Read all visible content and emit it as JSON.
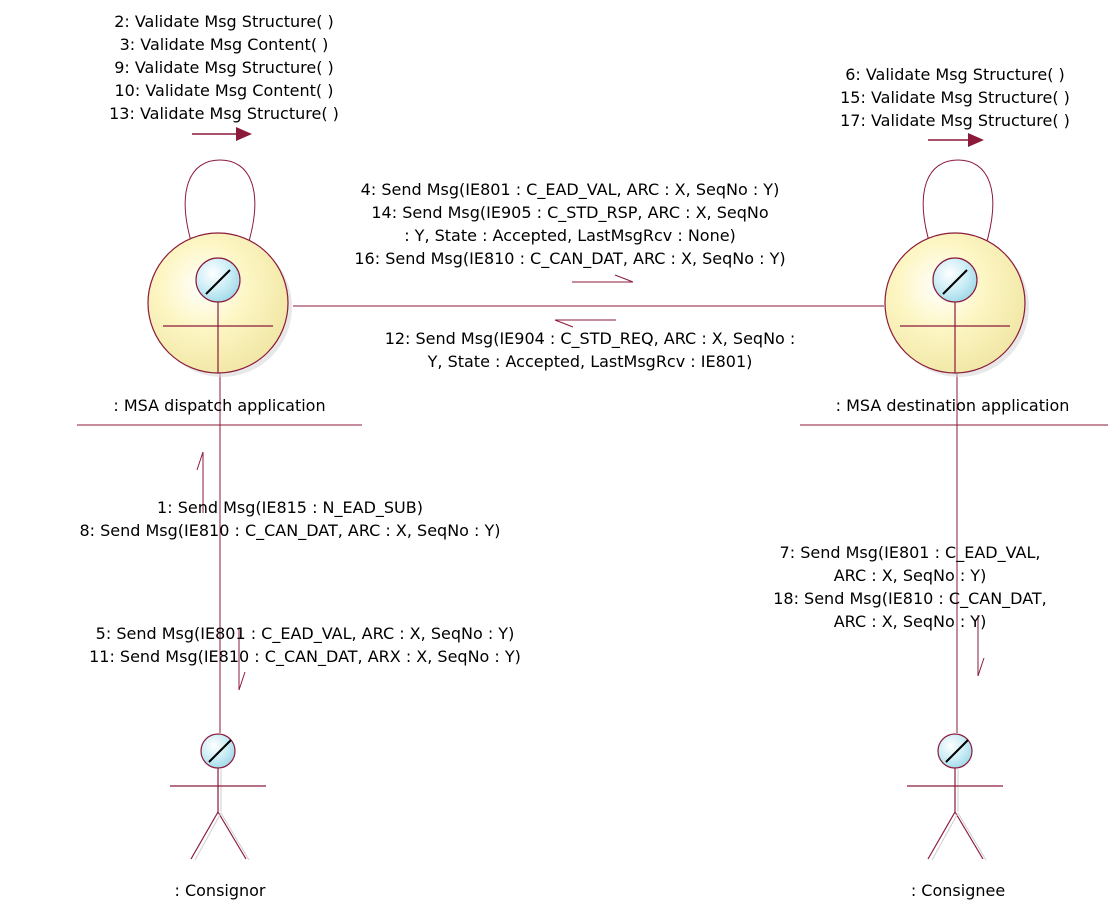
{
  "objects": {
    "dispatch": {
      "label": ": MSA dispatch application"
    },
    "destination": {
      "label": ": MSA destination application"
    },
    "consignor": {
      "label": ": Consignor"
    },
    "consignee": {
      "label": ": Consignee"
    }
  },
  "messages": {
    "dispatch_self": [
      "2: Validate Msg Structure( )",
      "3: Validate Msg Content( )",
      "9: Validate Msg Structure( )",
      "10: Validate Msg Content( )",
      "13: Validate Msg Structure( )"
    ],
    "destination_self": [
      "6: Validate Msg Structure( )",
      "15: Validate Msg Structure( )",
      "17: Validate Msg Structure( )"
    ],
    "to_destination": [
      "4: Send Msg(IE801 : C_EAD_VAL, ARC : X, SeqNo : Y)",
      "14: Send Msg(IE905 : C_STD_RSP, ARC : X, SeqNo",
      ": Y, State : Accepted, LastMsgRcv : None)",
      "16: Send Msg(IE810 : C_CAN_DAT, ARC : X, SeqNo : Y)"
    ],
    "to_dispatch": [
      "12: Send Msg(IE904 : C_STD_REQ, ARC : X, SeqNo :",
      "Y, State : Accepted, LastMsgRcv : IE801)"
    ],
    "from_consignor": [
      "1: Send Msg(IE815 : N_EAD_SUB)",
      "8: Send Msg(IE810 : C_CAN_DAT, ARC : X, SeqNo : Y)"
    ],
    "to_consignor": [
      "5: Send Msg(IE801 : C_EAD_VAL, ARC : X, SeqNo : Y)",
      "11: Send Msg(IE810 : C_CAN_DAT, ARX : X, SeqNo : Y)"
    ],
    "to_consignee": [
      "7: Send Msg(IE801 : C_EAD_VAL,",
      "ARC : X, SeqNo : Y)",
      "18: Send Msg(IE810 : C_CAN_DAT,",
      "ARC : X, SeqNo : Y)"
    ]
  },
  "colors": {
    "line": "#8b1a3a",
    "boundary_fill": "#fdf6c3",
    "head_fill": "#c8ecf5",
    "text": "#000000"
  },
  "icons": {
    "dispatch": "boundary-object-icon",
    "destination": "boundary-object-icon",
    "consignor": "actor-icon",
    "consignee": "actor-icon"
  }
}
